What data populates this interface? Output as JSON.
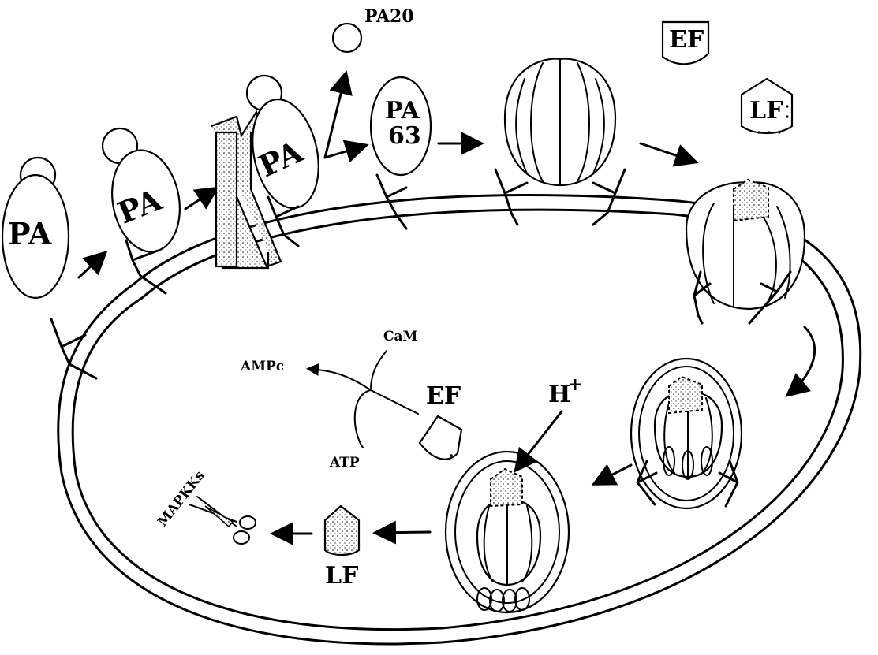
{
  "labels": {
    "pa_1": "PA",
    "pa_2": "PA",
    "pa_3": "PA",
    "pa20": "PA20",
    "pa63_line1": "PA",
    "pa63_line2": "63",
    "ef_free": "EF",
    "lf_free": "LF",
    "ef_cytosol": "EF",
    "h_plus": "H",
    "h_plus_sup": "+",
    "lf_cytosol": "LF",
    "camp": "AMPc",
    "cam": "CaM",
    "atp": "ATP",
    "mapkks": "MAPKKs"
  }
}
